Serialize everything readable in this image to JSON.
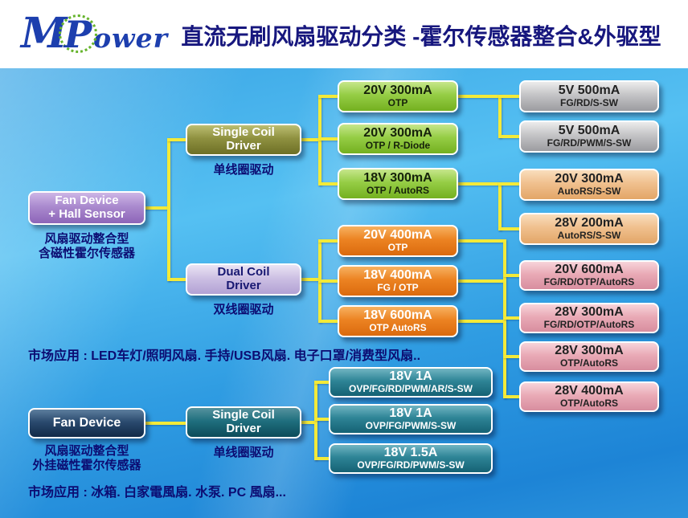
{
  "header": {
    "logo": {
      "m": "M",
      "p": "P",
      "ower": "ower"
    },
    "title": "直流无刷风扇驱动分类 -霍尔传感器整合&外驱型"
  },
  "colors": {
    "connector_yellow": "#f3ea39",
    "title_navy": "#17177e",
    "background_blue": "#2f9ce2"
  },
  "top": {
    "root": {
      "line1": "Fan Device",
      "line2": "+ Hall Sensor",
      "caption1": "风扇驱动整合型",
      "caption2": "含磁性霍尔传感器"
    },
    "single_coil": {
      "line1": "Single Coil",
      "line2": "Driver",
      "caption": "单线圈驱动"
    },
    "dual_coil": {
      "line1": "Dual Coil",
      "line2": "Driver",
      "caption": "双线圈驱动"
    },
    "green": [
      {
        "title": "20V 300mA",
        "sub": "OTP"
      },
      {
        "title": "20V 300mA",
        "sub": "OTP / R-Diode"
      },
      {
        "title": "18V 300mA",
        "sub": "OTP / AutoRS"
      }
    ],
    "orange": [
      {
        "title": "20V 400mA",
        "sub": "OTP"
      },
      {
        "title": "18V 400mA",
        "sub": "FG / OTP"
      },
      {
        "title": "18V 600mA",
        "sub": "OTP AutoRS"
      }
    ],
    "gray": [
      {
        "title": "5V 500mA",
        "sub": "FG/RD/S-SW"
      },
      {
        "title": "5V 500mA",
        "sub": "FG/RD/PWM/S-SW"
      }
    ],
    "peach": [
      {
        "title": "20V 300mA",
        "sub": "AutoRS/S-SW"
      },
      {
        "title": "28V 200mA",
        "sub": "AutoRS/S-SW"
      }
    ],
    "pink": [
      {
        "title": "20V 600mA",
        "sub": "FG/RD/OTP/AutoRS"
      },
      {
        "title": "28V 300mA",
        "sub": "FG/RD/OTP/AutoRS"
      },
      {
        "title": "28V 300mA",
        "sub": "OTP/AutoRS"
      },
      {
        "title": "28V 400mA",
        "sub": "OTP/AutoRS"
      }
    ],
    "market": "市场应用 : LED车灯/照明风扇. 手持/USB风扇. 电子口罩/消费型风扇.."
  },
  "bottom": {
    "root": {
      "line1": "Fan Device",
      "caption1": "风扇驱动整合型",
      "caption2": "外挂磁性霍尔传感器"
    },
    "single_coil": {
      "line1": "Single Coil",
      "line2": "Driver",
      "caption": "单线圈驱动"
    },
    "teal": [
      {
        "title": "18V 1A",
        "sub": "OVP/FG/RD/PWM/AR/S-SW"
      },
      {
        "title": "18V 1A",
        "sub": "OVP/FG/PWM/S-SW"
      },
      {
        "title": "18V 1.5A",
        "sub": "OVP/FG/RD/PWM/S-SW"
      }
    ],
    "market": "市场应用 : 冰箱. 白家電風扇. 水泵. PC 風扇..."
  }
}
